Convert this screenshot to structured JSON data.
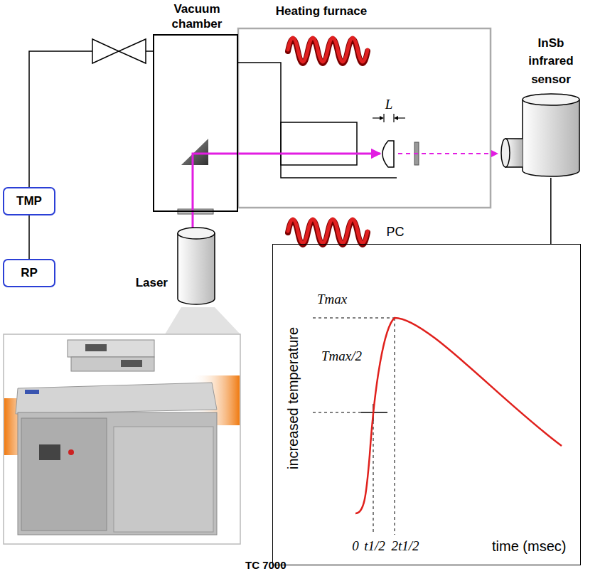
{
  "diagram": {
    "nodes": [
      {
        "text": [
          "Vacuum chamber"
        ]
      },
      {
        "text": [
          "TMP"
        ]
      },
      {
        "text": [
          "RP"
        ]
      },
      {
        "text": [
          "Laser"
        ]
      },
      {
        "text": [
          "InSb infrared sensor"
        ]
      },
      {
        "text": [
          "PC"
        ]
      }
    ],
    "edges": [
      {
        "from": 1,
        "to": 0,
        "arrow": "none"
      },
      {
        "from": 1,
        "to": 2,
        "arrow": "none"
      },
      {
        "from": 4,
        "to": 5,
        "arrow": "none"
      }
    ],
    "labels": [
      "Heating furnace",
      "L",
      "Tmax",
      "Tmax/2",
      "increased temperature",
      "0",
      "t1/2",
      "2t1/2",
      "time (msec)",
      "TC 7000"
    ]
  }
}
